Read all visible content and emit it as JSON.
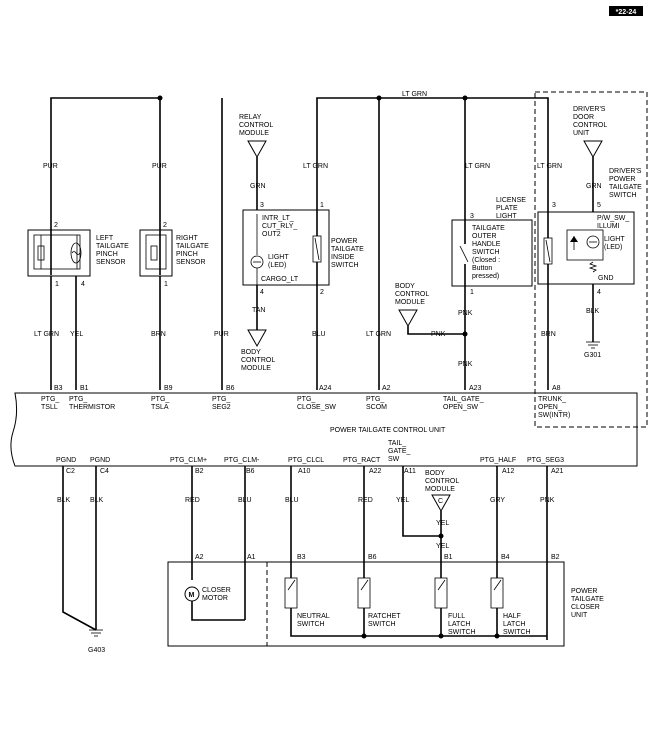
{
  "page_code": "*22-24",
  "bus_label": "LT GRN",
  "connectors": {
    "left_pinch_top": "2",
    "left_pinch_bot1": "1",
    "left_pinch_bot4": "4",
    "right_pinch_top": "2",
    "right_pinch_bot": "1",
    "relay_top": "3",
    "relay_top_right": "1",
    "relay_bot": "4",
    "relay_bot_right": "2",
    "license_top": "3",
    "license_bot": "1",
    "driver_top_left": "3",
    "driver_top_right": "5",
    "driver_bot": "4"
  },
  "wires": {
    "pur1": "PUR",
    "pur2": "PUR",
    "pur3": "PUR",
    "lt_grn_relay": "LT GRN",
    "lt_grn_license": "LT GRN",
    "lt_grn_driver": "LT GRN",
    "grn_relay": "GRN",
    "grn_driver": "GRN",
    "tan": "TAN",
    "lt_grn_b3": "LT GRN",
    "yel_b1": "YEL",
    "brn_b9": "BRN",
    "blu_a24": "BLU",
    "lt_grn_a2": "LT GRN",
    "pnk_body": "PNK",
    "pnk_a23": "PNK",
    "brn_a8": "BRN",
    "blk_driver": "BLK",
    "blk_c2": "BLK",
    "blk_c4": "BLK",
    "red_b2": "RED",
    "blu_b6": "BLU",
    "blu_a10": "BLU",
    "red_a22": "RED",
    "yel_a11": "YEL",
    "yel_body": "YEL",
    "yel_b1_closer": "YEL",
    "gry_a12": "GRY",
    "pnk_a21": "PNK"
  },
  "components": {
    "left_pinch": [
      "LEFT",
      "TAILGATE",
      "PINCH",
      "SENSOR"
    ],
    "right_pinch": [
      "RIGHT",
      "TAILGATE",
      "PINCH",
      "SENSOR"
    ],
    "relay_module": [
      "RELAY",
      "CONTROL",
      "MODULE"
    ],
    "relay_internal": [
      "INTR_LT_",
      "CUT_RLY_",
      "OUT2"
    ],
    "light_led": [
      "LIGHT",
      "(LED)"
    ],
    "cargo_lt": "CARGO_LT",
    "inside_switch": [
      "POWER",
      "TAILGATE",
      "INSIDE",
      "SWITCH"
    ],
    "body_control_1": [
      "BODY",
      "CONTROL",
      "MODULE"
    ],
    "body_control_2": [
      "BODY",
      "CONTROL",
      "MODULE"
    ],
    "body_control_3": [
      "BODY",
      "CONTROL",
      "MODULE"
    ],
    "license_light": [
      "LICENSE",
      "PLATE",
      "LIGHT"
    ],
    "outer_switch": [
      "TAILGATE",
      "OUTER",
      "HANDLE",
      "SWITCH",
      "(Closed :",
      "Button",
      "pressed)"
    ],
    "door_module": [
      "DRIVER'S",
      "DOOR",
      "CONTROL",
      "UNIT"
    ],
    "power_switch": [
      "DRIVER'S",
      "POWER",
      "TAILGATE",
      "SWITCH"
    ],
    "pw_sw_illumi": [
      "P/W_SW_",
      "ILLUMI"
    ],
    "driver_light": [
      "LIGHT",
      "(LED)"
    ],
    "gnd": "GND",
    "pgcu": "POWER TAILGATE CONTROL UNIT",
    "closer_motor": [
      "CLOSER",
      "MOTOR"
    ],
    "neutral_switch": [
      "NEUTRAL",
      "SWITCH"
    ],
    "ratchet_switch": [
      "RATCHET",
      "SWITCH"
    ],
    "full_latch": [
      "FULL",
      "LATCH",
      "SWITCH"
    ],
    "half_latch": [
      "HALF",
      "LATCH",
      "SWITCH"
    ],
    "closer_unit": [
      "POWER",
      "TAILGATE",
      "CLOSER",
      "UNIT"
    ]
  },
  "grounds": {
    "g301": "G301",
    "g403": "G403"
  },
  "pins_top": [
    {
      "id": "B3",
      "name": [
        "PTG_",
        "TSLL"
      ]
    },
    {
      "id": "B1",
      "name": [
        "PTG_",
        "THERMISTOR"
      ]
    },
    {
      "id": "B9",
      "name": [
        "PTG_",
        "TSLA"
      ]
    },
    {
      "id": "B6",
      "name": [
        "PTG_",
        "SEG2"
      ]
    },
    {
      "id": "A24",
      "name": [
        "PTG_",
        "CLOSE_SW"
      ]
    },
    {
      "id": "A2",
      "name": [
        "PTG_",
        "SCOM"
      ]
    },
    {
      "id": "A23",
      "name": [
        "TAIL_GATE_",
        "OPEN_SW"
      ]
    },
    {
      "id": "A8",
      "name": [
        "TRUNK_",
        "OPEN_",
        "SW(INTR)"
      ]
    }
  ],
  "pins_bottom": [
    {
      "id": "C2",
      "name": "PGND"
    },
    {
      "id": "C4",
      "name": "PGND"
    },
    {
      "id": "B2",
      "name": "PTG_CLM+"
    },
    {
      "id": "B6",
      "name": "PTG_CLM-"
    },
    {
      "id": "A10",
      "name": "PTG_CLCL"
    },
    {
      "id": "A22",
      "name": "PTG_RACT"
    },
    {
      "id": "A11",
      "name": [
        "TAIL_",
        "GATE_",
        "SW"
      ]
    },
    {
      "id": "A12",
      "name": "PTG_HALF"
    },
    {
      "id": "A21",
      "name": "PTG_SEG3"
    }
  ],
  "closer_pins": {
    "a2": "A2",
    "a1": "A1",
    "b3": "B3",
    "b6": "B6",
    "b1": "B1",
    "b4": "B4",
    "b2": "B2",
    "c": "C"
  }
}
